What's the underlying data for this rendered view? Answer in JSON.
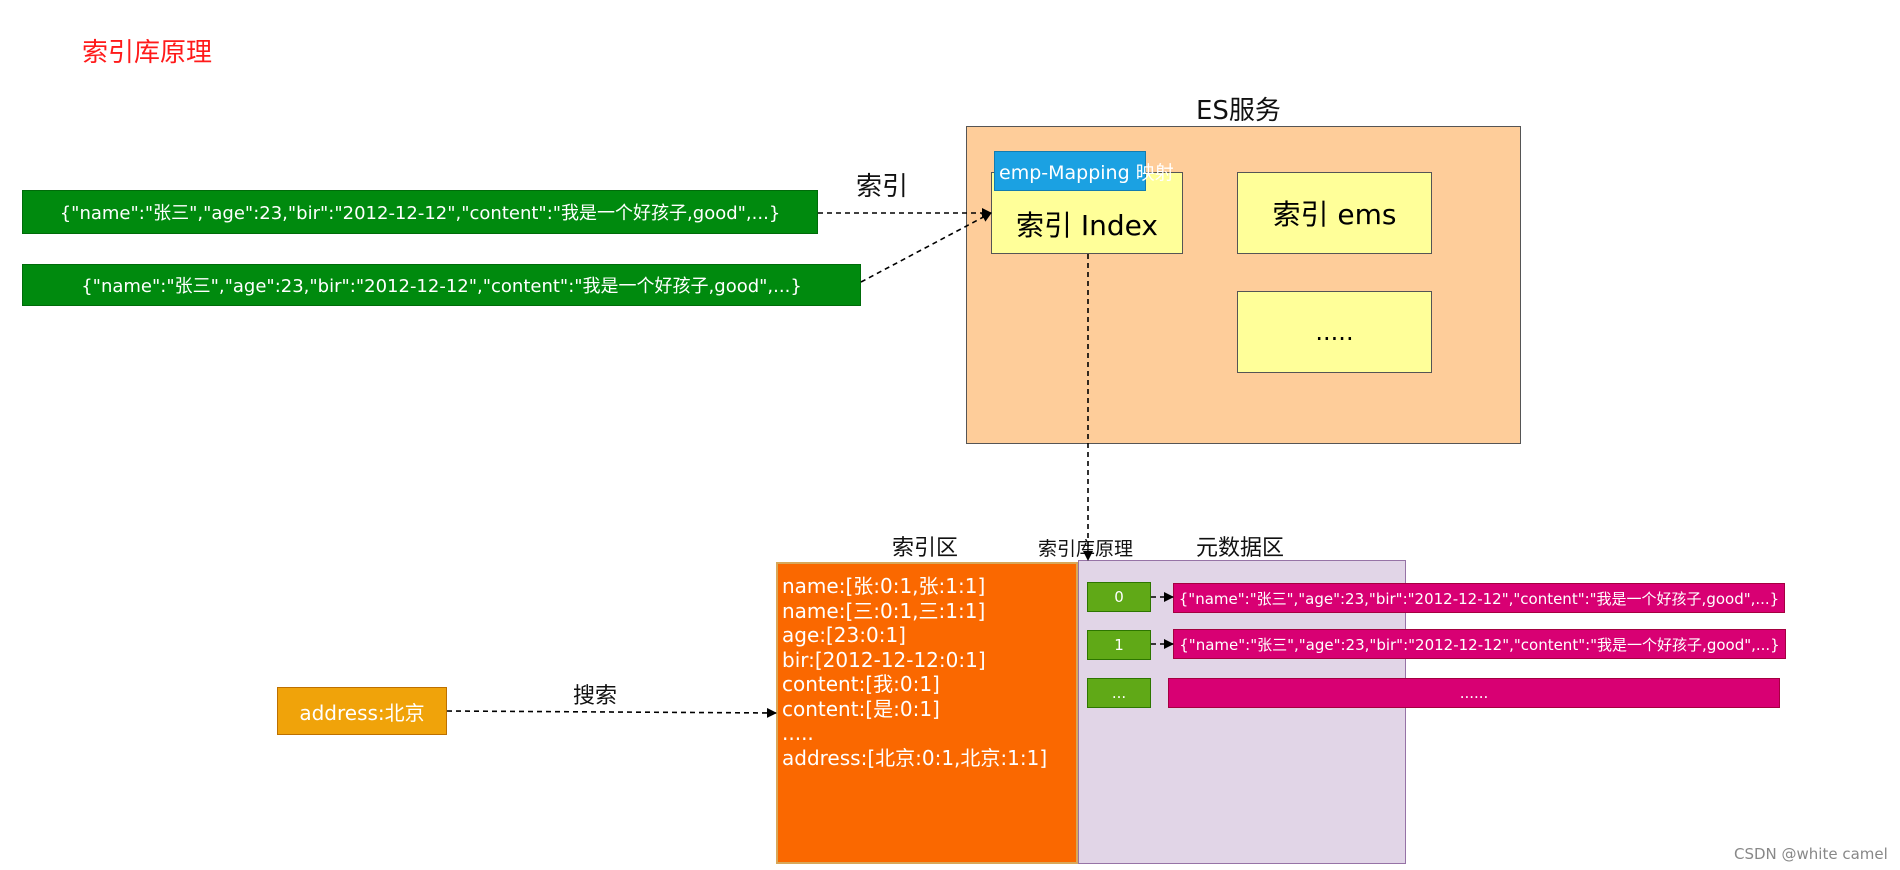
{
  "title": "索引库原理",
  "es_service": {
    "label": "ES服务",
    "mapping_tag": "emp-Mapping 映射",
    "index_main": "索引 Index",
    "index_ems": "索引 ems",
    "index_more": "....."
  },
  "index_arrow_label": "索引",
  "docs": [
    "{\"name\":\"张三\",\"age\":23,\"bir\":\"2012-12-12\",\"content\":\"我是一个好孩子,good\",...}",
    "{\"name\":\"张三\",\"age\":23,\"bir\":\"2012-12-12\",\"content\":\"我是一个好孩子,good\",...}"
  ],
  "index_area_label": "索引区",
  "index_lib_label": "索引库原理",
  "meta_area_label": "元数据区",
  "index_area_lines": [
    "name:[张:0:1,张:1:1]",
    "name:[三:0:1,三:1:1]",
    "age:[23:0:1]",
    "bir:[2012-12-12:0:1]",
    "content:[我:0:1]",
    "content:[是:0:1]",
    ".....",
    "address:[北京:0:1,北京:1:1]"
  ],
  "meta_rows": [
    {
      "id": "0",
      "doc": "{\"name\":\"张三\",\"age\":23,\"bir\":\"2012-12-12\",\"content\":\"我是一个好孩子,good\",...}"
    },
    {
      "id": "1",
      "doc": "{\"name\":\"张三\",\"age\":23,\"bir\":\"2012-12-12\",\"content\":\"我是一个好孩子,good\",...}"
    },
    {
      "id": "...",
      "doc": "......"
    }
  ],
  "search": {
    "query": "address:北京",
    "arrow_label": "搜索"
  },
  "watermark": "CSDN @white camel",
  "colors": {
    "title": "#ff1a1a",
    "doc_green": "#008a0e",
    "es_box": "#fecd9a",
    "index_yellow": "#ffff99",
    "mapping_blue": "#1ba1e2",
    "index_area_orange": "#fa6800",
    "meta_area_purple": "#e1d5e7",
    "id_green": "#60a917",
    "meta_pink": "#d80073",
    "search_orange": "#f0a30a"
  }
}
